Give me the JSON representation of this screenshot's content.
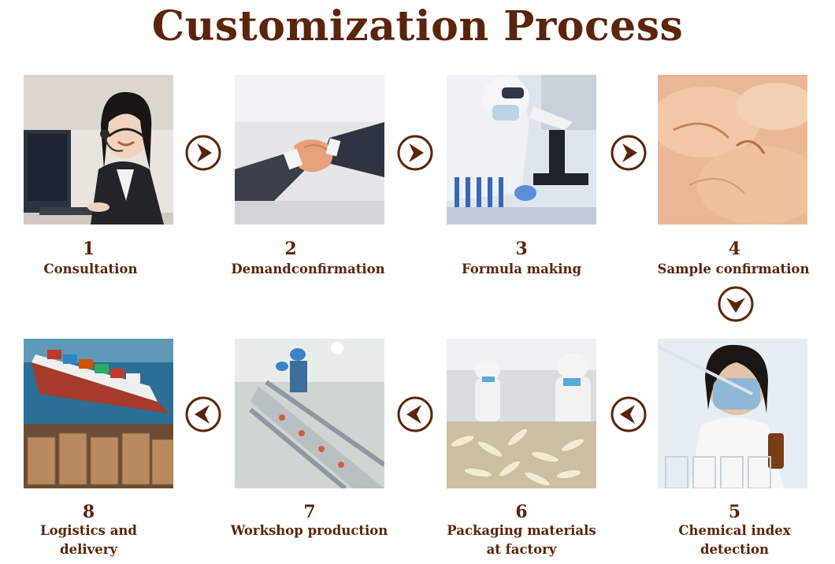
{
  "title": "Customization Process",
  "accent_color": "#5a250c",
  "steps": [
    {
      "number": "1",
      "label": "Consultation",
      "image": "customer-service-agent-photo"
    },
    {
      "number": "2",
      "label": "Demandconfirmation",
      "image": "handshake-photo"
    },
    {
      "number": "3",
      "label": "Formula making",
      "image": "lab-microscope-photo"
    },
    {
      "number": "4",
      "label": "Sample confirmation",
      "image": "meat-sample-photo"
    },
    {
      "number": "5",
      "label": "Chemical index detection",
      "image": "lab-technician-pipette-photo"
    },
    {
      "number": "6",
      "label": "Packaging materials at factory",
      "image": "factory-workers-processing-photo"
    },
    {
      "number": "7",
      "label": "Workshop production",
      "image": "production-line-photo"
    },
    {
      "number": "8",
      "label": "Logistics and delivery",
      "image": "cargo-ship-warehouse-photo"
    }
  ],
  "arrows": [
    "right",
    "right",
    "right",
    "down",
    "left",
    "left",
    "left"
  ]
}
